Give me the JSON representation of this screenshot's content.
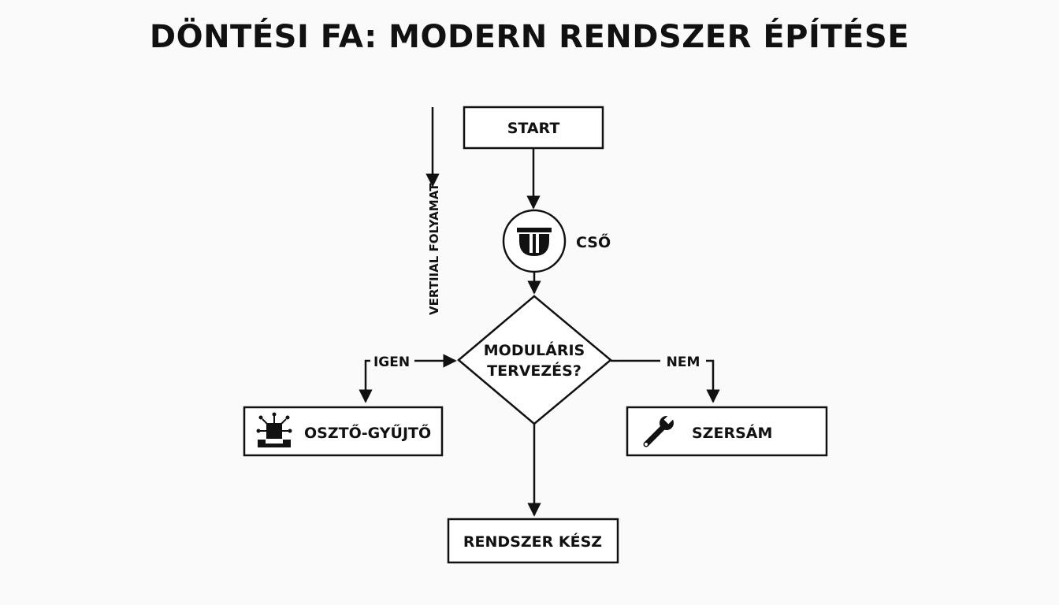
{
  "title": "DÖNTÉSI FA: MODERN RENDSZER ÉPÍTÉSE",
  "side_label": "VERTIIAL FOLYAMAT",
  "nodes": {
    "start": "START",
    "pipe": "CSŐ",
    "decision_line1": "MODULÁRIS",
    "decision_line2": "TERVEZÉS?",
    "left": "OSZTŐ-GYŰJTŐ",
    "right": "SZERSÁM",
    "end": "RENDSZER KÉSZ"
  },
  "branches": {
    "yes": "IGEN",
    "no": "NEM"
  },
  "icons": {
    "pipe": "pipe-fitting-icon",
    "left": "manifold-chip-icon",
    "right": "wrench-icon"
  }
}
